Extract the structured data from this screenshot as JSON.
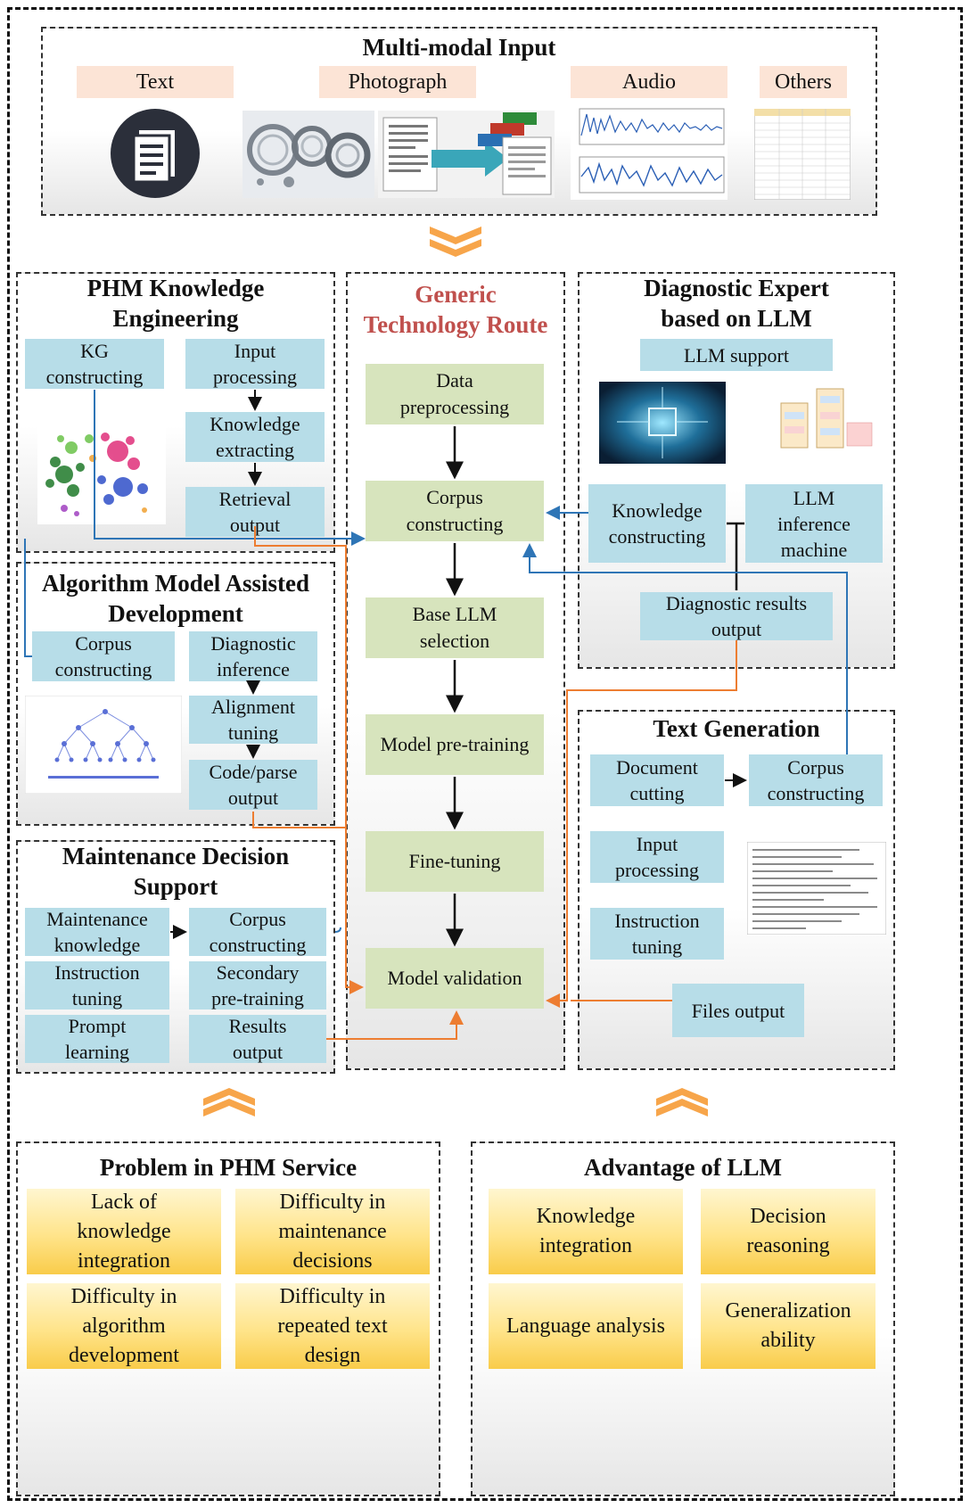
{
  "multimodal": {
    "title": "Multi-modal Input",
    "labels": [
      "Text",
      "Photograph",
      "Audio",
      "Others"
    ]
  },
  "phm": {
    "title": "PHM Knowledge\nEngineering",
    "kg": "KG\nconstructing",
    "input": "Input\nprocessing",
    "extract": "Knowledge\nextracting",
    "retrieval": "Retrieval\noutput"
  },
  "route": {
    "title": "Generic\nTechnology Route",
    "steps": [
      "Data\npreprocessing",
      "Corpus\nconstructing",
      "Base LLM\nselection",
      "Model pre-training",
      "Fine-tuning",
      "Model validation"
    ]
  },
  "expert": {
    "title": "Diagnostic Expert\nbased on LLM",
    "support": "LLM support",
    "knowledge": "Knowledge\nconstructing",
    "inference": "LLM\ninference\nmachine",
    "results": "Diagnostic results\noutput"
  },
  "algorithm": {
    "title": "Algorithm Model Assisted\nDevelopment",
    "corpus": "Corpus\nconstructing",
    "diag": "Diagnostic\ninference",
    "align": "Alignment\ntuning",
    "code": "Code/parse\noutput"
  },
  "maintenance": {
    "title": "Maintenance Decision\nSupport",
    "knowledge": "Maintenance\nknowledge",
    "corpus": "Corpus\nconstructing",
    "instruction": "Instruction\ntuning",
    "secondary": "Secondary\npre-training",
    "prompt": "Prompt\nlearning",
    "results": "Results\noutput"
  },
  "textgen": {
    "title": "Text Generation",
    "doc": "Document\ncutting",
    "corpus": "Corpus\nconstructing",
    "input": "Input\nprocessing",
    "instruction": "Instruction\ntuning",
    "files": "Files output"
  },
  "problem": {
    "title": "Problem in PHM Service",
    "items": [
      "Lack of\nknowledge\nintegration",
      "Difficulty in\nmaintenance\ndecisions",
      "Difficulty in\nalgorithm\ndevelopment",
      "Difficulty in\nrepeated text\ndesign"
    ]
  },
  "advantage": {
    "title": "Advantage of LLM",
    "items": [
      "Knowledge\nintegration",
      "Decision\nreasoning",
      "Language analysis",
      "Generalization\nability"
    ]
  },
  "colors": {
    "blue_box": "#b7dde8",
    "green_box": "#d7e4bd",
    "peach_label": "#fce4d6",
    "gold_box": "#ffe48a",
    "chevron": "#f7a54a",
    "connector_blue": "#2e75b6",
    "connector_orange": "#ed7d31",
    "route_title": "#c0504d"
  }
}
